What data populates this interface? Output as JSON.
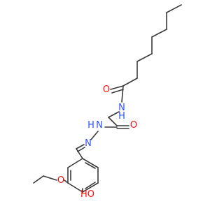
{
  "molecule": {
    "atom_labels": [
      {
        "id": "amide-oxygen",
        "text": "O",
        "color": "#ff0d0d"
      },
      {
        "id": "amide-nh",
        "text": "N",
        "sub": "H",
        "color": "#3050f8"
      },
      {
        "id": "hydrazide-oxygen",
        "text": "O",
        "color": "#ff0d0d"
      },
      {
        "id": "hydrazide-nh",
        "text": "N",
        "sub": "H",
        "color": "#3050f8"
      },
      {
        "id": "imine-nitrogen",
        "text": "N",
        "color": "#3050f8"
      },
      {
        "id": "ether-oxygen",
        "text": "O",
        "color": "#ff0d0d"
      },
      {
        "id": "hydroxyl",
        "text": "HO",
        "color": "#ff0d0d"
      }
    ],
    "bond_color": "#3a3a3a"
  }
}
